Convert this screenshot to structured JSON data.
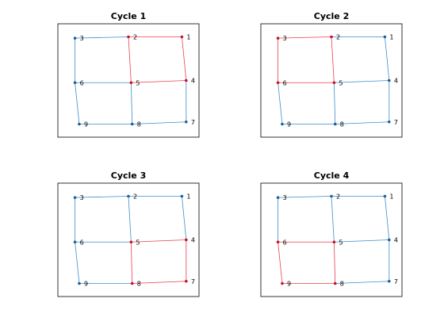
{
  "colors": {
    "edge_default": "#3a8fc4",
    "edge_highlight": "#e8414a",
    "node_default": "#1f5f9e",
    "node_highlight": "#c8102e",
    "axes_border": "#000000",
    "background": "#ffffff"
  },
  "chart_data": {
    "type": "graph",
    "nodes": [
      {
        "id": "1",
        "x": 1.0,
        "y": 1.0
      },
      {
        "id": "2",
        "x": 0.0,
        "y": 1.0
      },
      {
        "id": "3",
        "x": -1.0,
        "y": 0.97
      },
      {
        "id": "4",
        "x": 1.08,
        "y": 0.0
      },
      {
        "id": "5",
        "x": 0.05,
        "y": -0.05
      },
      {
        "id": "6",
        "x": -1.0,
        "y": -0.05
      },
      {
        "id": "7",
        "x": 1.08,
        "y": -0.95
      },
      {
        "id": "8",
        "x": 0.07,
        "y": -1.0
      },
      {
        "id": "9",
        "x": -0.92,
        "y": -1.0
      }
    ],
    "edges": [
      [
        "1",
        "2"
      ],
      [
        "2",
        "3"
      ],
      [
        "1",
        "4"
      ],
      [
        "2",
        "5"
      ],
      [
        "3",
        "6"
      ],
      [
        "4",
        "5"
      ],
      [
        "5",
        "6"
      ],
      [
        "4",
        "7"
      ],
      [
        "5",
        "8"
      ],
      [
        "6",
        "9"
      ],
      [
        "7",
        "8"
      ],
      [
        "8",
        "9"
      ]
    ],
    "panels": [
      {
        "title": "Cycle 1",
        "cycle": [
          "1",
          "2",
          "5",
          "4"
        ]
      },
      {
        "title": "Cycle 2",
        "cycle": [
          "2",
          "3",
          "6",
          "5"
        ]
      },
      {
        "title": "Cycle 3",
        "cycle": [
          "4",
          "5",
          "8",
          "7"
        ]
      },
      {
        "title": "Cycle 4",
        "cycle": [
          "5",
          "6",
          "9",
          "8"
        ]
      }
    ]
  }
}
